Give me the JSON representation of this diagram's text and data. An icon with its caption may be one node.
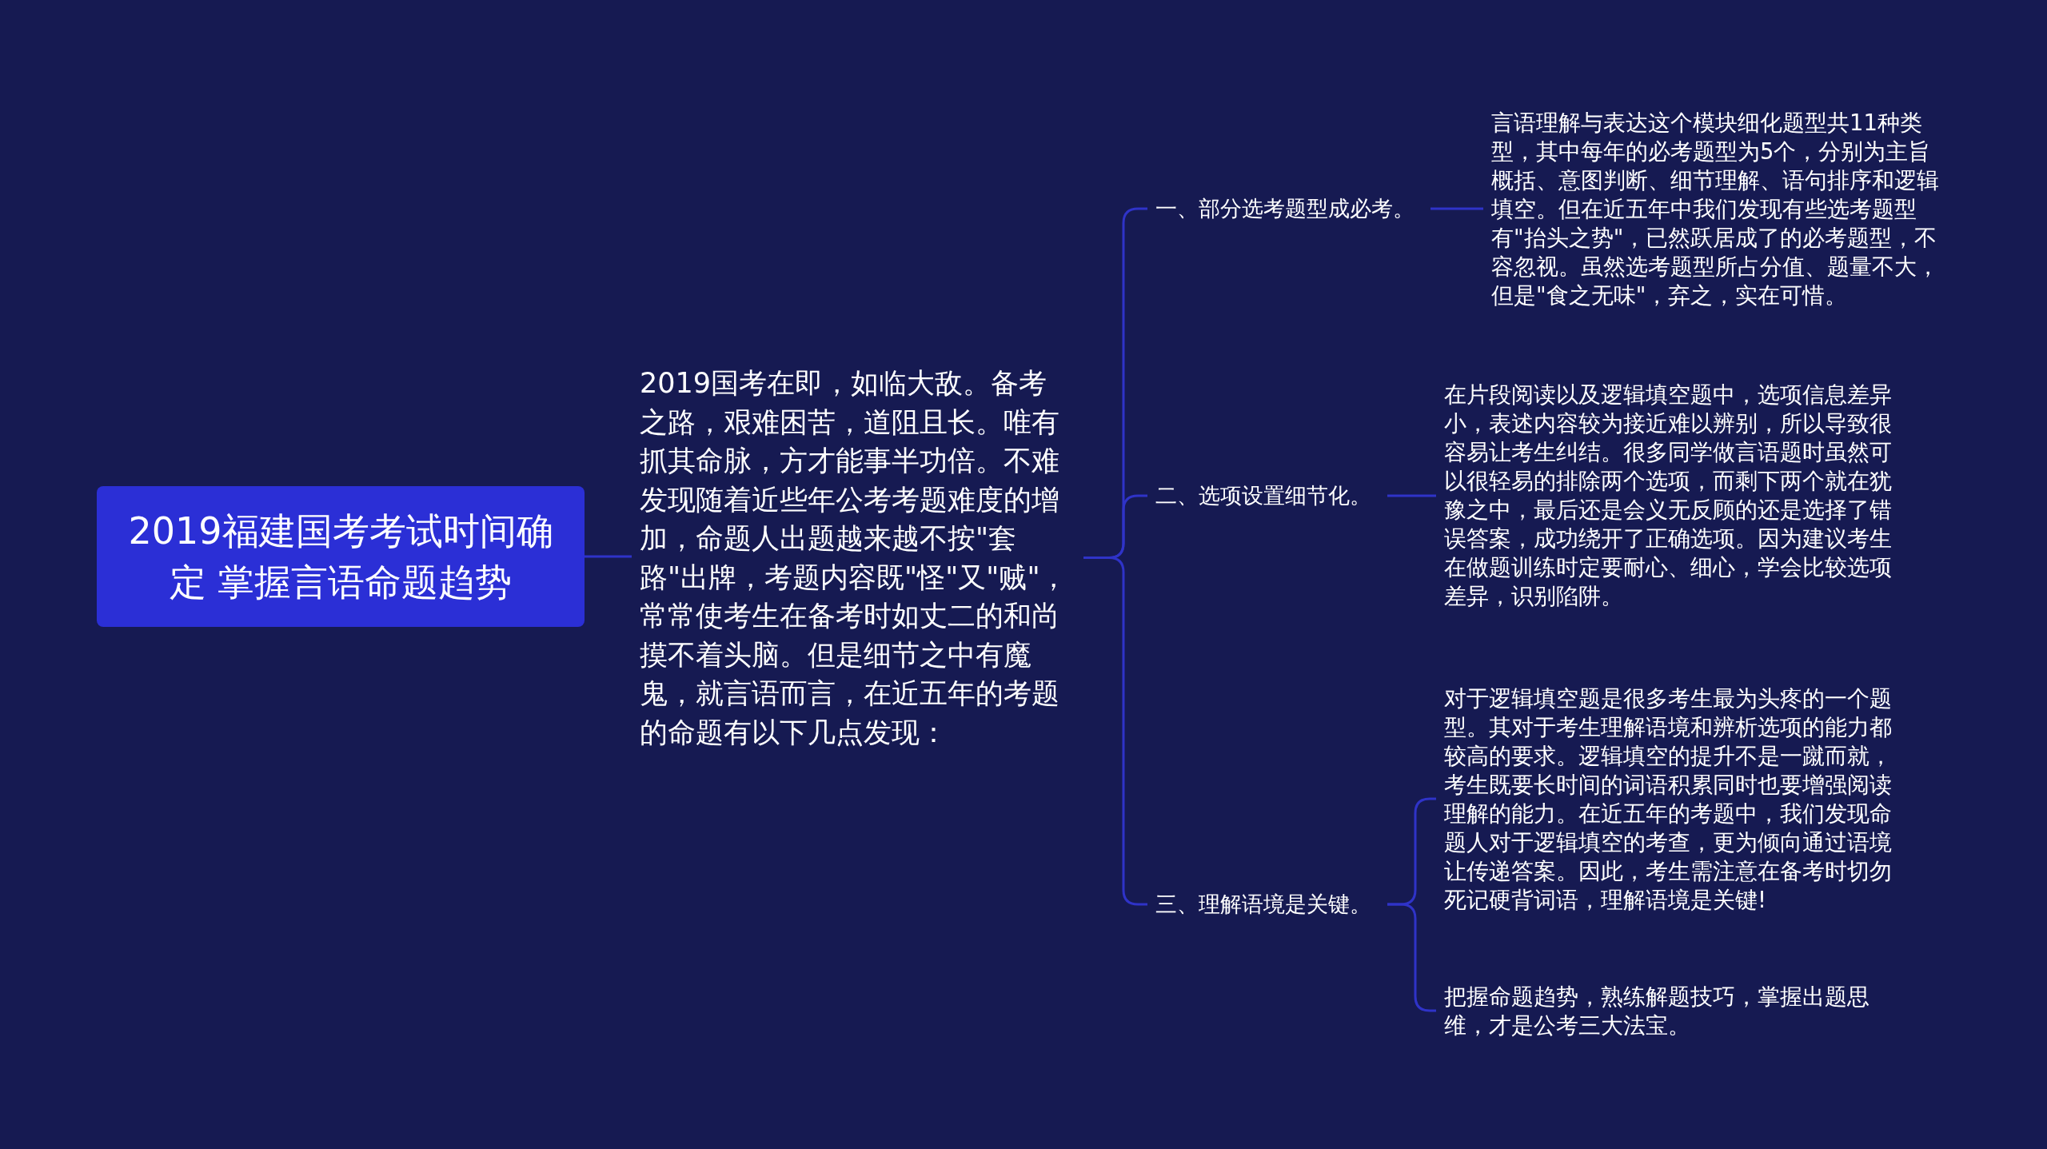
{
  "diagram": {
    "nodes": [
      {
        "text": [
          "2019福建国考考试时间确定 掌握言语命题趋势"
        ]
      },
      {
        "text": [
          "2019国考在即，如临大敌。备考之路，艰难困苦，道阻且长。唯有抓其命脉，方才能事半功倍。不难发现随着近些年公考考题难度的增加，命题人出题越来越不按\"套路\"出牌，考题内容既\"怪\"又\"贼\"，常常使考生在备考时如丈二的和尚摸不着头脑。但是细节之中有魔鬼，就言语而言，在近五年的考题的命题有以下几点发现："
        ]
      },
      {
        "text": [
          "一、部分选考题型成必考。"
        ]
      },
      {
        "text": [
          "二、选项设置细节化。"
        ]
      },
      {
        "text": [
          "三、理解语境是关键。"
        ]
      },
      {
        "text": [
          "言语理解与表达这个模块细化题型共11种类型，其中每年的必考题型为5个，分别为主旨概括、意图判断、细节理解、语句排序和逻辑填空。但在近五年中我们发现有些选考题型有\"抬头之势\"，已然跃居成了的必考题型，不容忽视。虽然选考题型所占分值、题量不大，但是\"食之无味\"，弃之，实在可惜。"
        ]
      },
      {
        "text": [
          "在片段阅读以及逻辑填空题中，选项信息差异小，表述内容较为接近难以辨别，所以导致很容易让考生纠结。很多同学做言语题时虽然可以很轻易的排除两个选项，而剩下两个就在犹豫之中，最后还是会义无反顾的还是选择了错误答案，成功绕开了正确选项。因为建议考生在做题训练时定要耐心、细心，学会比较选项差异，识别陷阱。"
        ]
      },
      {
        "text": [
          "对于逻辑填空题是很多考生最为头疼的一个题型。其对于考生理解语境和辨析选项的能力都较高的要求。逻辑填空的提升不是一蹴而就，考生既要长时间的词语积累同时也要增强阅读理解的能力。在近五年的考题中，我们发现命题人对于逻辑填空的考查，更为倾向通过语境让传递答案。因此，考生需注意在备考时切勿死记硬背词语，理解语境是关键!"
        ]
      },
      {
        "text": [
          "把握命题趋势，熟练解题技巧，掌握出题思维，才是公考三大法宝。"
        ]
      }
    ],
    "edges": [
      {
        "from": 0,
        "to": 1,
        "arrow": "none"
      },
      {
        "from": 1,
        "to": 2,
        "arrow": "none"
      },
      {
        "from": 1,
        "to": 3,
        "arrow": "none"
      },
      {
        "from": 1,
        "to": 4,
        "arrow": "none"
      },
      {
        "from": 2,
        "to": 5,
        "arrow": "none"
      },
      {
        "from": 3,
        "to": 6,
        "arrow": "none"
      },
      {
        "from": 4,
        "to": 7,
        "arrow": "none"
      },
      {
        "from": 4,
        "to": 8,
        "arrow": "none"
      }
    ]
  }
}
